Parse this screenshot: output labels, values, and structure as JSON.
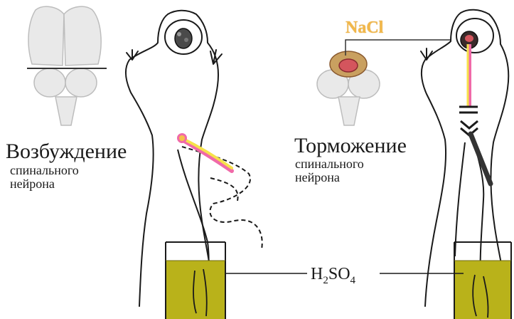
{
  "excitation": {
    "title": "Возбуждение",
    "line1": "спинального",
    "line2": "нейрона"
  },
  "inhibition": {
    "title": "Торможение",
    "line1": "спинального",
    "line2": "нейрона"
  },
  "stimulus_salt": "NaCl",
  "acid": {
    "base": "H",
    "sub1": "2",
    "mid": "SO",
    "sub2": "4"
  },
  "colors": {
    "acid_liquid": "#b9b21a",
    "pathway_yellow": "#f6e24a",
    "pathway_pink": "#f06aa8",
    "salt_text": "#f2b84a"
  }
}
